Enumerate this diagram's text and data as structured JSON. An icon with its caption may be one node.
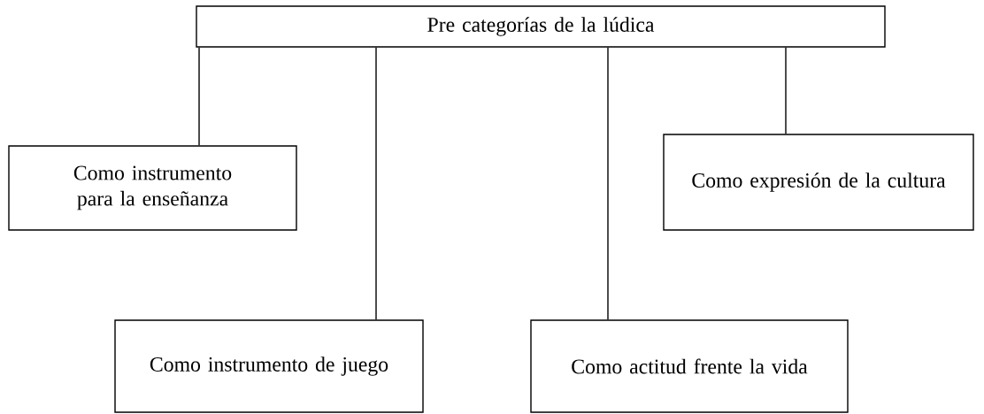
{
  "diagram": {
    "nodes": [
      {
        "text": [
          "Pre categorías de la lúdica"
        ]
      },
      {
        "text": [
          "Como instrumento para la enseñanza"
        ]
      },
      {
        "text": [
          "Como expresión de la cultura"
        ]
      },
      {
        "text": [
          "Como instrumento de juego"
        ]
      },
      {
        "text": [
          "Como actitud frente la vida"
        ]
      }
    ],
    "edges": [
      {
        "from": 0,
        "to": 1,
        "arrow": "none"
      },
      {
        "from": 0,
        "to": 3,
        "arrow": "none"
      },
      {
        "from": 0,
        "to": 4,
        "arrow": "none"
      },
      {
        "from": 0,
        "to": 2,
        "arrow": "none"
      }
    ]
  }
}
